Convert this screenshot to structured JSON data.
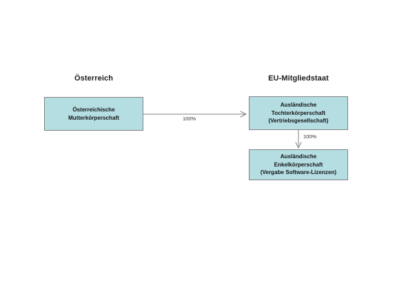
{
  "diagram": {
    "title_regions": [
      {
        "id": "austria",
        "label": "Österreich"
      },
      {
        "id": "eu",
        "label": "EU-Mitgliedstaat"
      }
    ],
    "nodes": [
      {
        "id": "parent",
        "region": "austria",
        "lines": [
          "Österreichische",
          "Mutterkörperschaft"
        ]
      },
      {
        "id": "subsidiary",
        "region": "eu",
        "lines": [
          "Ausländische",
          "Tochterkörperschaft",
          "(Vertriebsgesellschaft)"
        ]
      },
      {
        "id": "grandchild",
        "region": "eu",
        "lines": [
          "Ausländische",
          "Enkelkörperschaft",
          "(Vergabe Software-Lizenzen)"
        ]
      }
    ],
    "edges": [
      {
        "id": "parent-to-subsidiary",
        "label": "100%",
        "direction": "horizontal"
      },
      {
        "id": "subsidiary-to-grandchild",
        "label": "100%",
        "direction": "vertical"
      }
    ],
    "colors": {
      "box_fill": "#b5dee3",
      "box_border": "#808080",
      "edge_stroke": "#808080",
      "text": "#111111",
      "background": "#ffffff"
    }
  }
}
